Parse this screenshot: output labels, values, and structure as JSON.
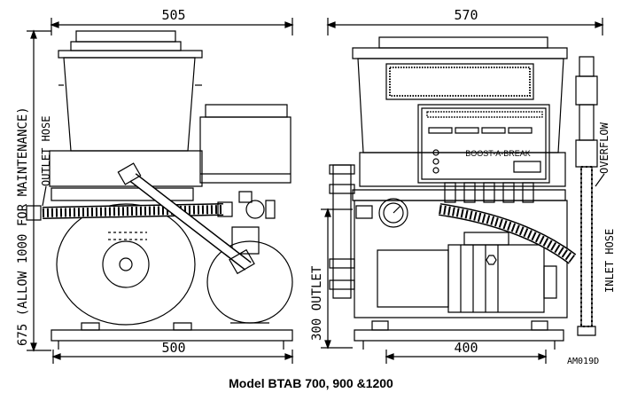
{
  "caption": "Model BTAB 700, 900 &1200",
  "drawing_code": "AM019D",
  "side_view": {
    "width_top": "505",
    "width_bottom": "500",
    "height_vertical": "675 (ALLOW 1000 FOR MAINTENANCE)",
    "label_outlet_hose": "OUTLET HOSE"
  },
  "front_view": {
    "width_top": "570",
    "width_bottom": "400",
    "height_vertical": "300 OUTLET",
    "label_overflow": "OVERFLOW",
    "label_inlet_hose": "INLET HOSE",
    "control_panel_text": "BOOST-A-BREAK"
  }
}
